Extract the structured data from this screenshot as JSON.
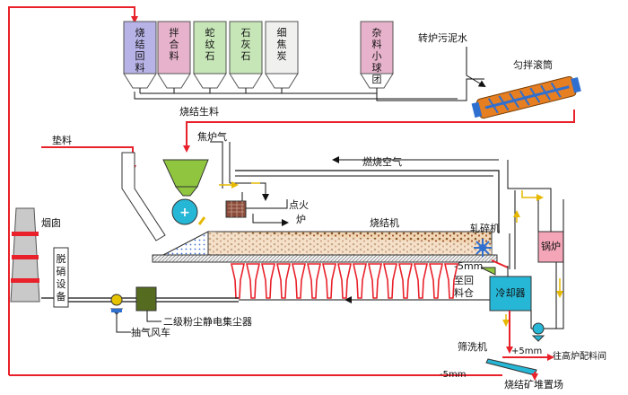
{
  "hoppers": [
    {
      "label": "烧结回料",
      "color": "#b7b3e6"
    },
    {
      "label": "拌合料",
      "color": "#e7b3cc"
    },
    {
      "label": "蛇纹石",
      "color": "#c7e6b8"
    },
    {
      "label": "石灰石",
      "color": "#c7e6b8"
    },
    {
      "label": "细焦炭",
      "color": "#f0f0ee"
    }
  ],
  "misc_hopper": {
    "label": "杂料小球团",
    "color": "#e7b3cc"
  },
  "labels": {
    "converter_sludge": "转炉污泥水",
    "mixer_drum": "匀拌滚筒",
    "raw_mix": "烧结生料",
    "bedding": "垫料",
    "coke_oven_gas": "焦炉气",
    "combustion_air": "燃烧空气",
    "ignition_furnace": "点火炉",
    "sinter_machine": "烧结机",
    "crusher": "轧碎机",
    "boiler": "锅炉",
    "minus_5mm_upper": "-5mm",
    "return_bin": "至回料仓",
    "cooler": "冷却器",
    "chimney": "烟囱",
    "denitration": "脱硝设备",
    "esp": "二级粉尘静电集尘器",
    "exhaust_fan": "抽气风车",
    "screen": "筛洗机",
    "plus_5mm": "+5mm",
    "to_blast_furnace": "往高炉配料间",
    "minus_5mm_lower": "-5mm",
    "sinter_yard": "烧结矿堆置场"
  },
  "colors": {
    "flow_red": "#e8212a",
    "hopper_outline": "#555555",
    "cooler": "#27b7d6",
    "boiler": "#f4a6b8",
    "esp": "#556b1f",
    "fan": "#2f6fcf",
    "feed_hopper": "#8fc53f",
    "drum_body": "#e67e22",
    "drum_screw": "#2f6fcf",
    "chimney": "#c9c9c9"
  }
}
